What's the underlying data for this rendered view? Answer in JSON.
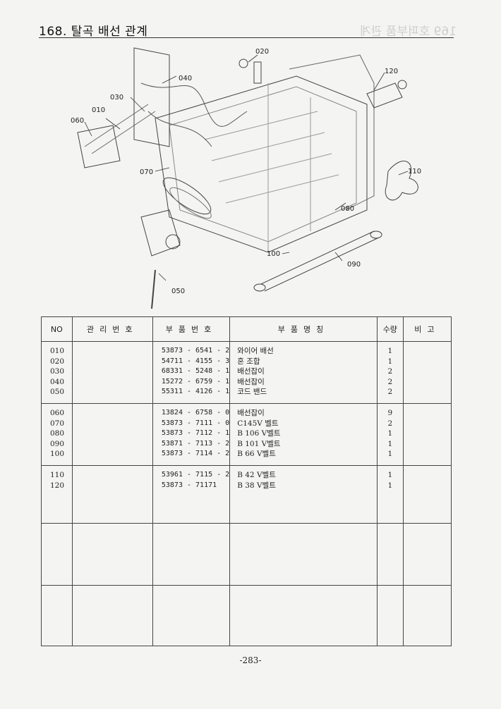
{
  "header": {
    "title": "168. 탈곡 배선 관계",
    "ghost_title": "169 호퍼부품 관계"
  },
  "callouts": [
    {
      "id": "020",
      "label": "020"
    },
    {
      "id": "040",
      "label": "040"
    },
    {
      "id": "030",
      "label": "030"
    },
    {
      "id": "010",
      "label": "010"
    },
    {
      "id": "060",
      "label": "060"
    },
    {
      "id": "070",
      "label": "070"
    },
    {
      "id": "120",
      "label": "120"
    },
    {
      "id": "110",
      "label": "110"
    },
    {
      "id": "080",
      "label": "080"
    },
    {
      "id": "100",
      "label": "100"
    },
    {
      "id": "090",
      "label": "090"
    },
    {
      "id": "050",
      "label": "050"
    }
  ],
  "table": {
    "headers": {
      "no": "NO",
      "mgmt": "관리번호",
      "part_no": "부품번호",
      "name": "부품명칭",
      "qty": "수량",
      "note": "비고"
    },
    "groups": [
      {
        "rows": [
          {
            "no": "010",
            "part": "53873 - 6541 - 2",
            "name": "와이어 배선",
            "qty": "1"
          },
          {
            "no": "020",
            "part": "54711 - 4155 - 3",
            "name": "혼 조합",
            "qty": "1"
          },
          {
            "no": "030",
            "part": "68331 - 5248 - 1",
            "name": "배선잡이",
            "qty": "2"
          },
          {
            "no": "040",
            "part": "15272 - 6759 - 1",
            "name": "배선잡이",
            "qty": "2"
          },
          {
            "no": "050",
            "part": "55311 - 4126 - 1",
            "name": "코드 밴드",
            "qty": "2"
          }
        ]
      },
      {
        "rows": [
          {
            "no": "060",
            "part": "13824 - 6758 - 0",
            "name": "배선잡이",
            "qty": "9"
          },
          {
            "no": "070",
            "part": "53873 - 7111 - 0",
            "name": "C145V 벨트",
            "qty": "2"
          },
          {
            "no": "080",
            "part": "53873 - 7112 - 1",
            "name": "B 106 V벨트",
            "qty": "1"
          },
          {
            "no": "090",
            "part": "53871 - 7113 - 2",
            "name": "B 101 V벨트",
            "qty": "1"
          },
          {
            "no": "100",
            "part": "53873 - 7114 - 2",
            "name": "B 66 V벨트",
            "qty": "1"
          }
        ]
      },
      {
        "rows": [
          {
            "no": "110",
            "part": "53961 - 7115 - 2",
            "name": "B 42 V벨트",
            "qty": "1"
          },
          {
            "no": "120",
            "part": "53873 - 71171",
            "name": "B 38 V벨트",
            "qty": "1"
          }
        ]
      },
      {
        "rows": []
      },
      {
        "rows": []
      }
    ]
  },
  "footer": {
    "page_number": "-283-"
  }
}
